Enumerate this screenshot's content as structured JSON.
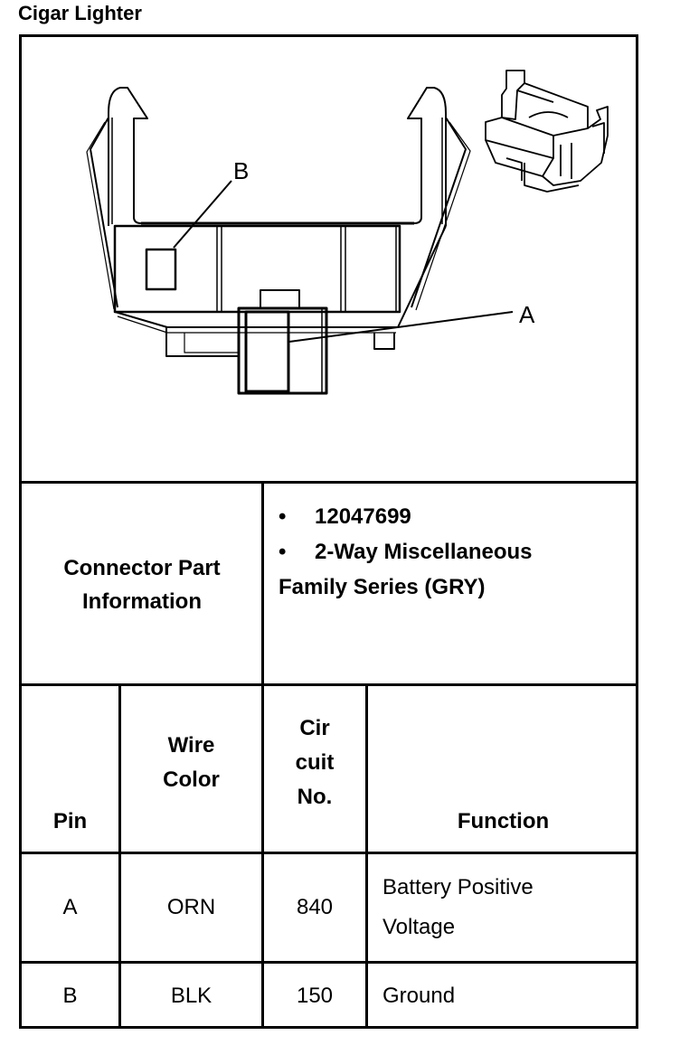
{
  "title": "Cigar Lighter",
  "diagram": {
    "label_a": "A",
    "label_b": "B"
  },
  "connector_info": {
    "label": "Connector Part Information",
    "bullet_symbol": "•",
    "part_number": "12047699",
    "description_line1": "2-Way Miscellaneous",
    "description_line2": "Family Series (GRY)"
  },
  "table": {
    "headers": {
      "pin": "Pin",
      "wire_color_1": "Wire",
      "wire_color_2": "Color",
      "circuit_1": "Cir",
      "circuit_2": "cuit",
      "circuit_3": "No.",
      "function": "Function"
    },
    "rows": [
      {
        "pin": "A",
        "wire_color": "ORN",
        "circuit": "840",
        "function_line1": "Battery Positive",
        "function_line2": "Voltage"
      },
      {
        "pin": "B",
        "wire_color": "BLK",
        "circuit": "150",
        "function_line1": "Ground",
        "function_line2": ""
      }
    ]
  }
}
